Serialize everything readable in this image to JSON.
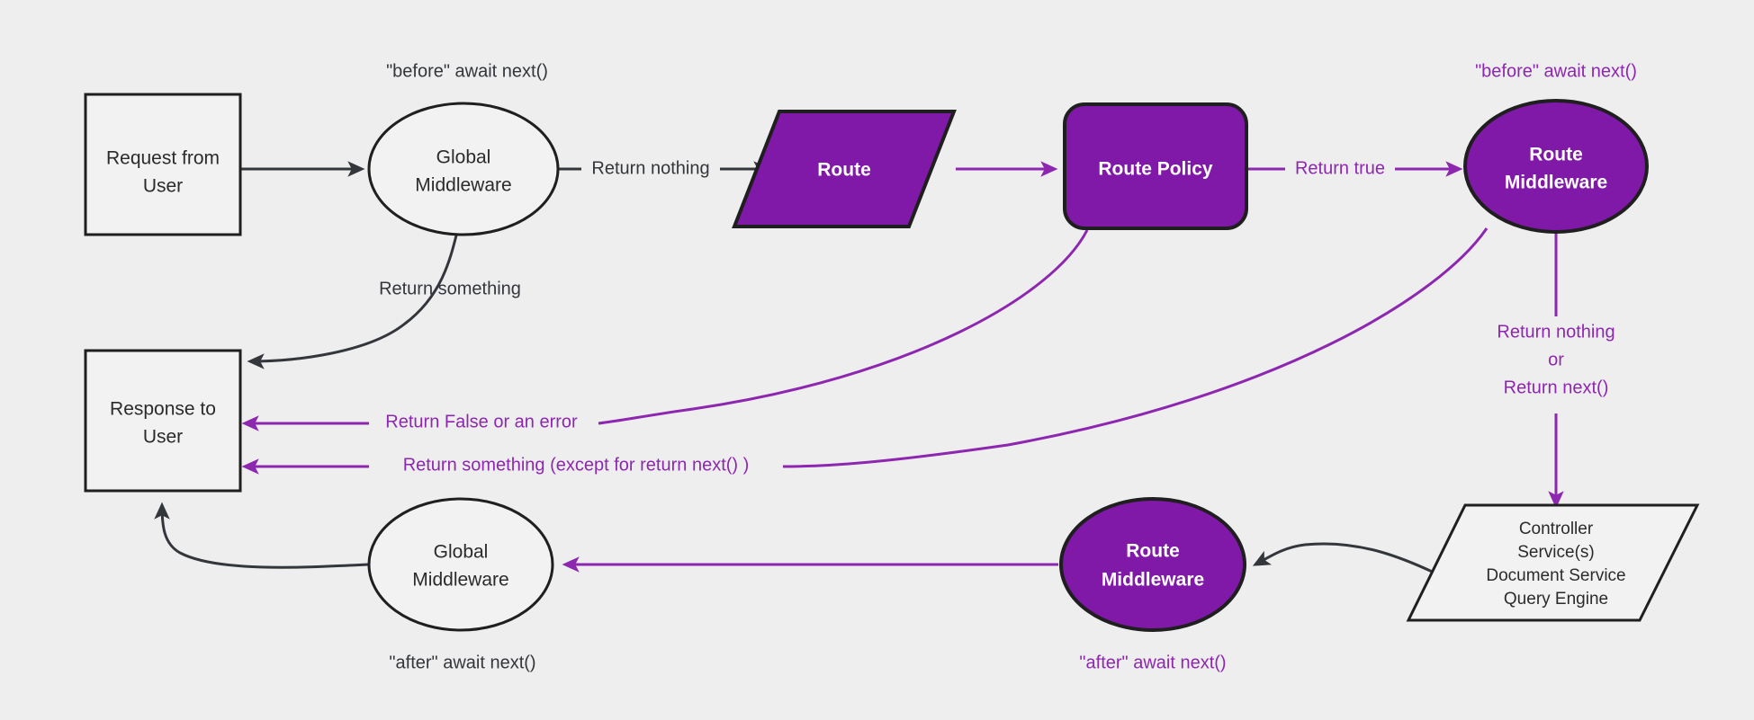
{
  "diagram": {
    "title": "Request lifecycle middleware flow",
    "background_color": "#eeeeee",
    "accent_color": "#8018a8",
    "accent_text_color": "#8e27b0",
    "dark_color": "#33363b"
  },
  "nodes": {
    "request_from_user": {
      "line1": "Request from",
      "line2": "User"
    },
    "global_middleware_top": {
      "line1": "Global",
      "line2": "Middleware"
    },
    "route": {
      "line1": "Route"
    },
    "route_policy": {
      "line1": "Route Policy"
    },
    "route_middleware_top": {
      "line1": "Route",
      "line2": "Middleware"
    },
    "response_to_user": {
      "line1": "Response to",
      "line2": "User"
    },
    "global_middleware_bottom": {
      "line1": "Global",
      "line2": "Middleware"
    },
    "route_middleware_bottom": {
      "line1": "Route",
      "line2": "Middleware"
    },
    "controller_stack": {
      "line1": "Controller",
      "line2": "Service(s)",
      "line3": "Document Service",
      "line4": "Query Engine"
    }
  },
  "annotations": {
    "before_await_next_global": "\"before\" await next()",
    "before_await_next_route": "\"before\" await next()",
    "after_await_next_global": "\"after\" await next()",
    "after_await_next_route": "\"after\" await next()"
  },
  "edge_labels": {
    "return_nothing": "Return nothing",
    "return_something": "Return something",
    "return_true": "Return true",
    "return_false_or_error": "Return False or an error",
    "return_something_except": "Return something (except for return next() )",
    "return_nothing_or_next_1": "Return nothing",
    "return_nothing_or_next_2": "or",
    "return_nothing_or_next_3": "Return next()"
  }
}
